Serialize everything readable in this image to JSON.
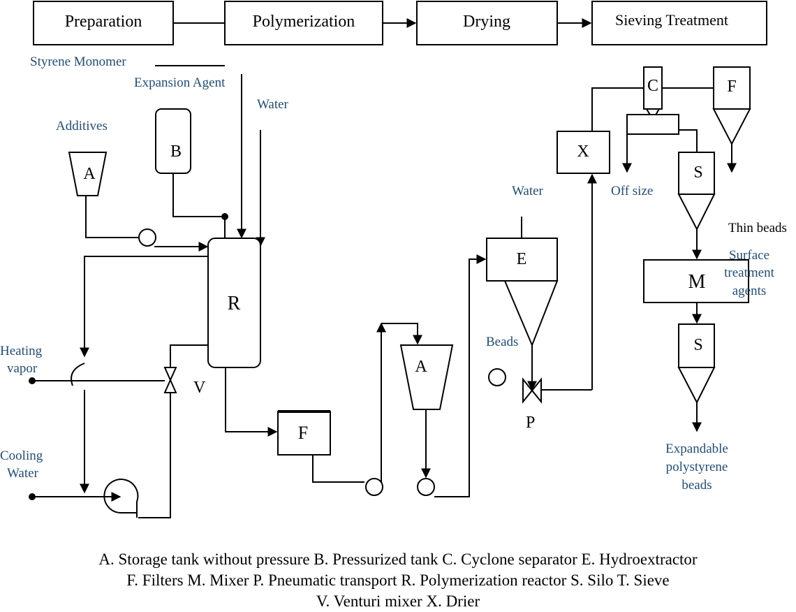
{
  "stages": [
    "Preparation",
    "Polymerization",
    "Drying",
    "Sieving Treatment"
  ],
  "inputs": {
    "styrene": "Styrene Monomer",
    "expansion": "Expansion Agent",
    "water1": "Water",
    "additives": "Additives",
    "heating": [
      "Heating",
      "vapor"
    ],
    "cooling": [
      "Cooling",
      "Water"
    ],
    "water2": "Water",
    "beads": "Beads",
    "off_size": "Off size",
    "thin_beads": "Thin beads",
    "surface": [
      "Surface",
      "treatment",
      "agents"
    ],
    "product": [
      "Expandable",
      "polystyrene",
      "beads"
    ]
  },
  "units": {
    "A1": "A",
    "B": "B",
    "R": "R",
    "V": "V",
    "F1": "F",
    "A2": "A",
    "E": "E",
    "P": "P",
    "X": "X",
    "C": "C",
    "F2": "F",
    "S1": "S",
    "M": "M",
    "S2": "S"
  },
  "legend": [
    "A.    Storage tank without pressure B. Pressurized tank C. Cyclone separator E. Hydroextractor",
    "F. Filters  M. Mixer P. Pneumatic transport R. Polymerization reactor S. Silo T. Sieve",
    "V. Venturi mixer X. Drier"
  ]
}
